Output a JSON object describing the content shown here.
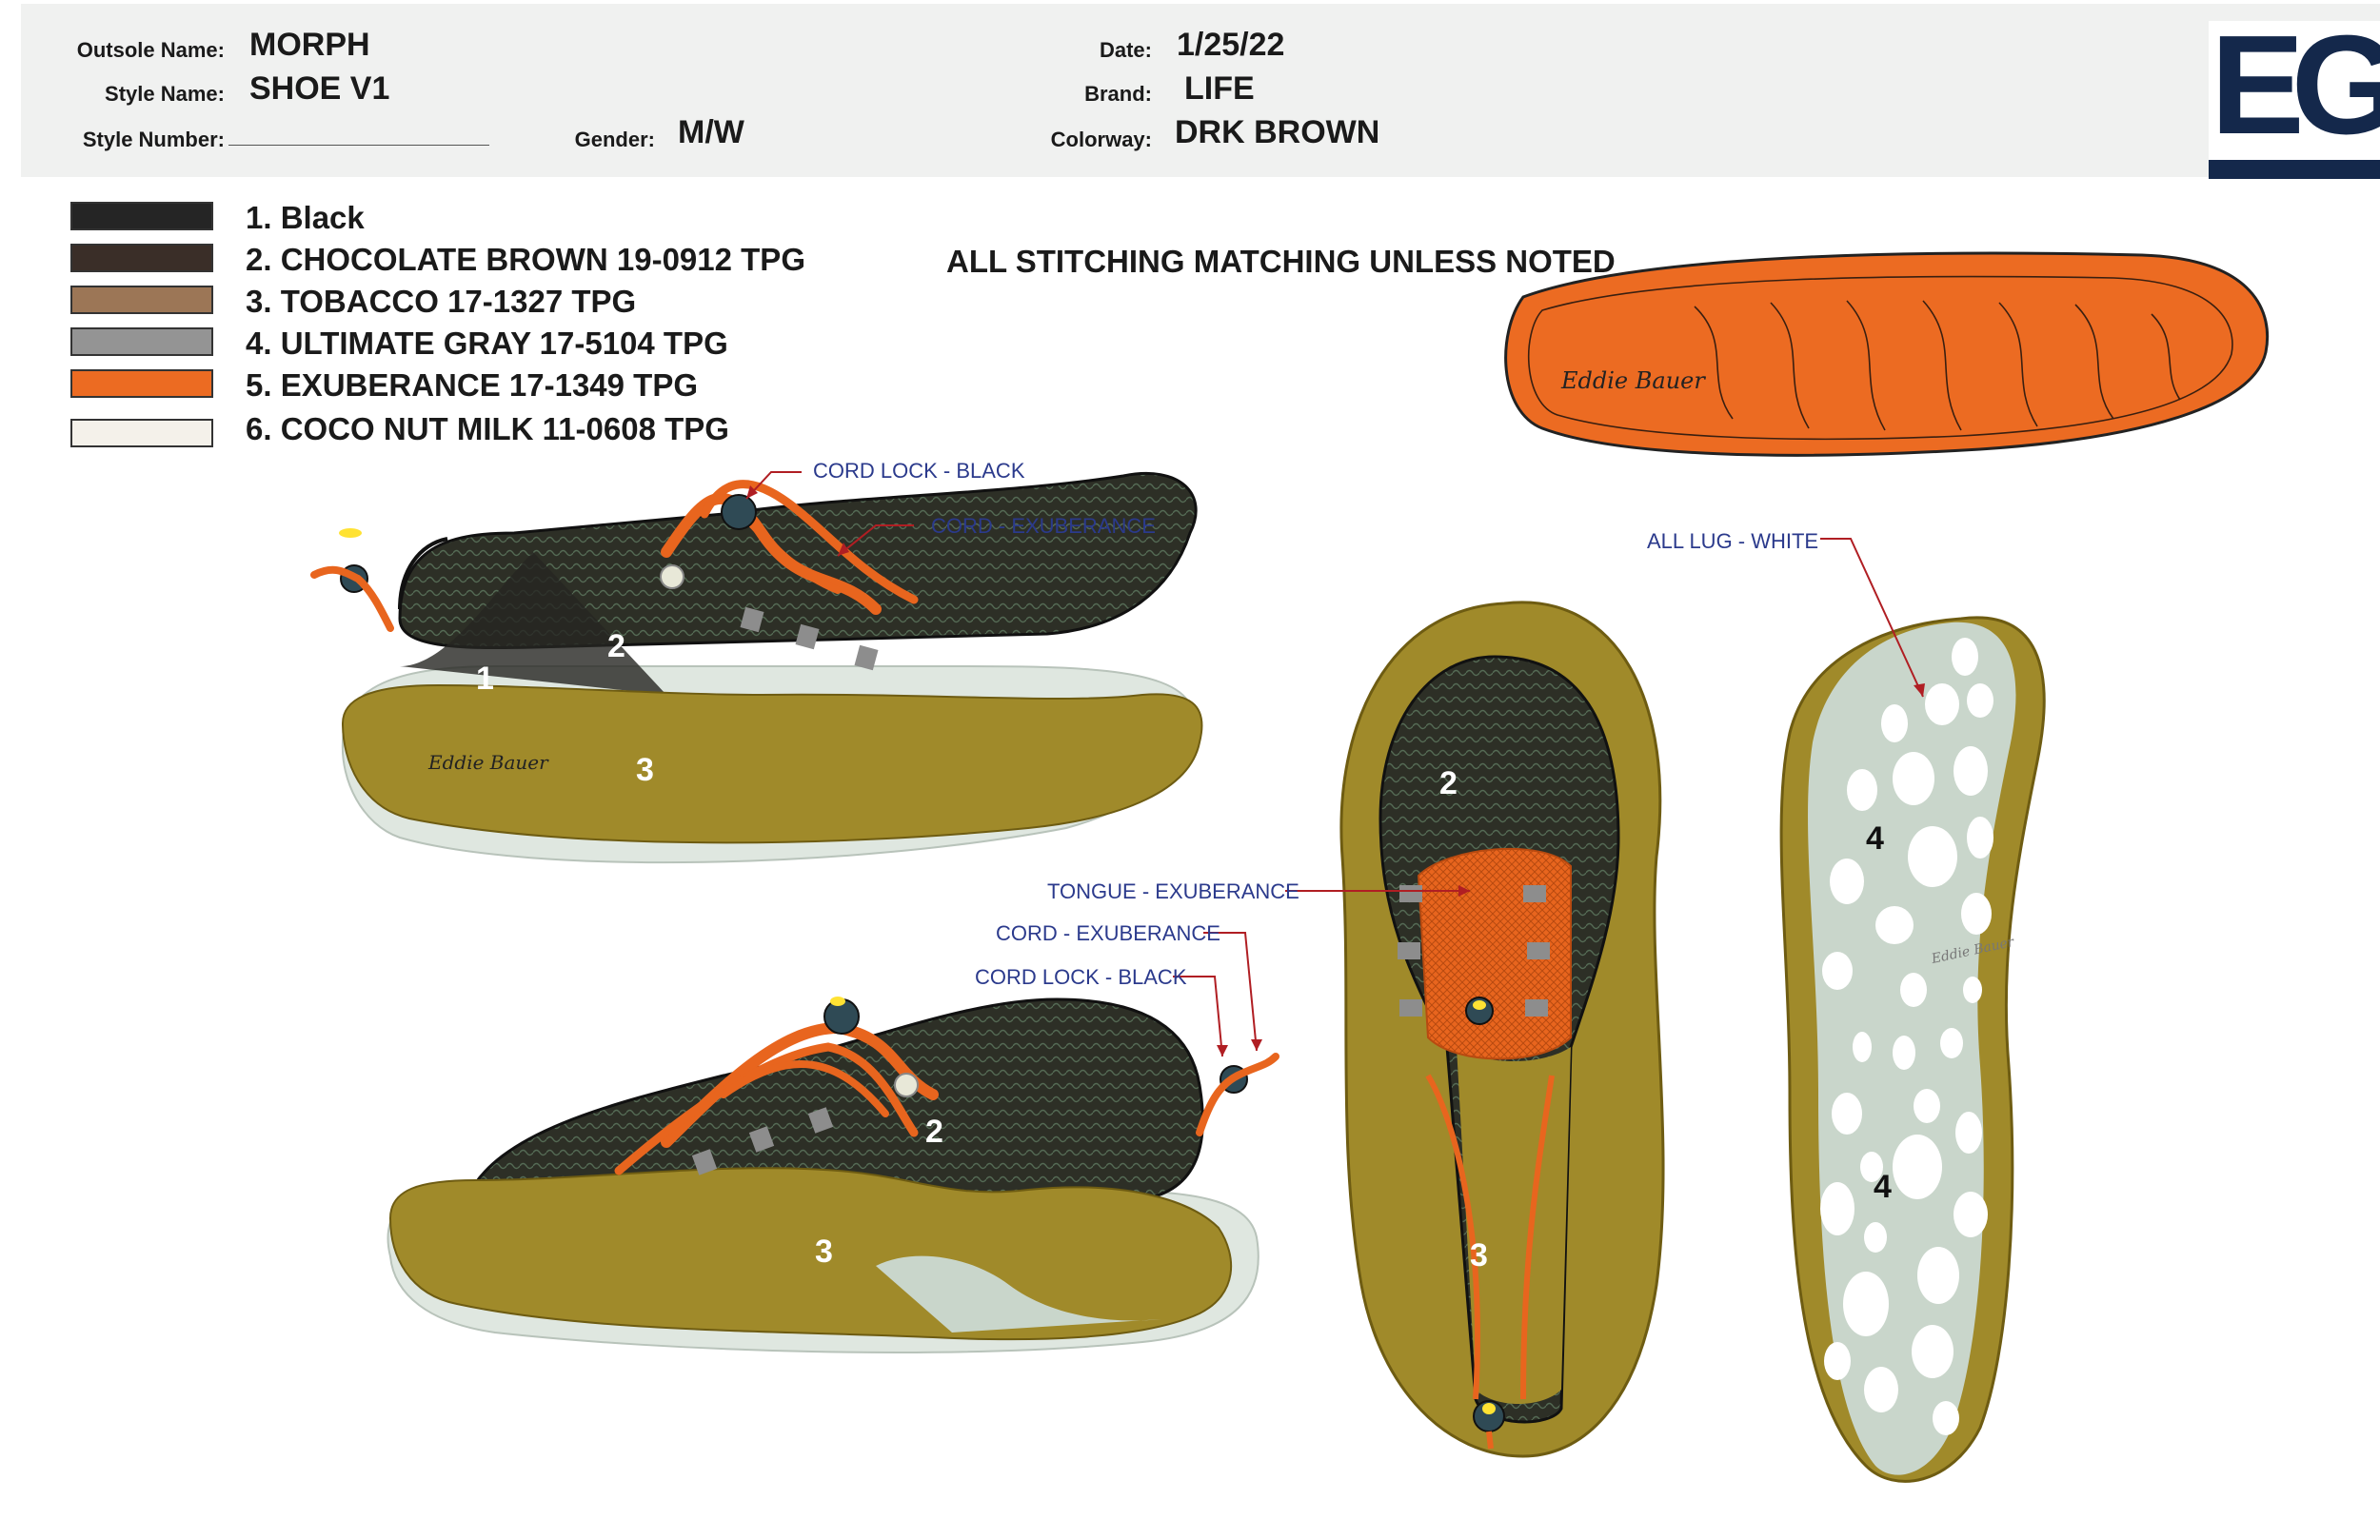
{
  "header": {
    "outsole_name_label": "Outsole Name:",
    "outsole_name": "MORPH",
    "style_name_label": "Style Name:",
    "style_name": "SHOE V1",
    "style_number_label": "Style Number:",
    "style_number": "",
    "gender_label": "Gender:",
    "gender": "M/W",
    "date_label": "Date:",
    "date": "1/25/22",
    "brand_label": "Brand:",
    "brand": "LIFE",
    "colorway_label": "Colorway:",
    "colorway": "DRK BROWN"
  },
  "logo": {
    "text": "EG",
    "color": "#14284b"
  },
  "legend": [
    {
      "label": "1. Black",
      "color": "#252525"
    },
    {
      "label": "2. CHOCOLATE BROWN 19-0912 TPG",
      "color": "#3a2e28"
    },
    {
      "label": "3. TOBACCO 17-1327 TPG",
      "color": "#9c7656"
    },
    {
      "label": "4. ULTIMATE GRAY 17-5104 TPG",
      "color": "#949494"
    },
    {
      "label": "5. EXUBERANCE 17-1349 TPG",
      "color": "#ec6b22"
    },
    {
      "label": "6.  COCO NUT MILK 11-0608 TPG",
      "color": "#f4f1ea"
    }
  ],
  "note": "ALL STITCHING MATCHING UNLESS NOTED",
  "callouts": {
    "cord_lock_top": "CORD LOCK - BLACK",
    "cord_top": "CORD - EXUBERANCE",
    "all_lug": "ALL LUG - WHITE",
    "tongue": "TONGUE - EXUBERANCE",
    "cord_mid": "CORD - EXUBERANCE",
    "cord_lock_mid": "CORD LOCK - BLACK"
  },
  "zone_numbers": {
    "side1_one": "1",
    "side1_two": "2",
    "side1_three": "3",
    "side2_two": "2",
    "side2_three": "3",
    "top_two": "2",
    "top_three": "3",
    "sole_four_a": "4",
    "sole_four_b": "4"
  },
  "brand_script": "Eddie Bauer",
  "colors": {
    "upper_dark": "#2d2f26",
    "midsole": "#a08a2a",
    "cord": "#e8651e",
    "outsole": "#c9d6cb",
    "lug": "#ffffff",
    "callout": "#2b3a8c",
    "leader": "#b01e23",
    "insole_orange": "#ec6b22"
  }
}
